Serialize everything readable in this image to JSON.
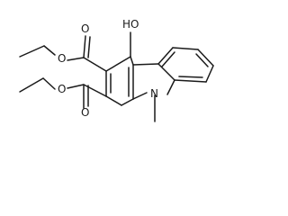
{
  "molecule": {
    "atom_labels": {
      "hydroxyl": "HO",
      "nitrogen": "N",
      "ester_upper_oxygen_carbonyl": "O",
      "ester_upper_oxygen_ether": "O",
      "ester_lower_oxygen_carbonyl": "O",
      "ester_lower_oxygen_ether": "O"
    }
  }
}
